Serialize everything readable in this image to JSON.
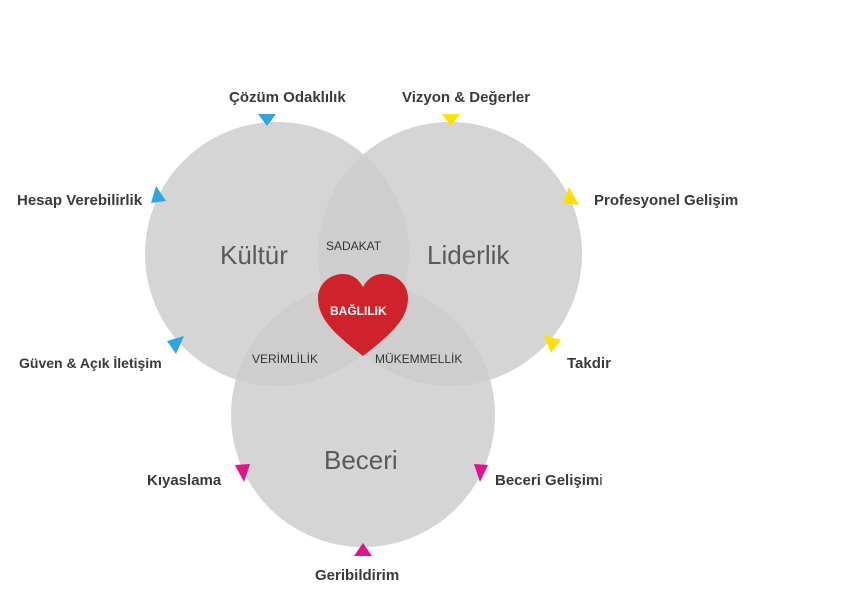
{
  "circles": {
    "kultur": "Kültür",
    "liderlik": "Liderlik",
    "beceri": "Beceri"
  },
  "overlaps": {
    "sadakat": "SADAKAT",
    "verimlilik": "VERİMLİLİK",
    "mukemmellik": "MÜKEMMELLİK",
    "center": "BAĞLILIK"
  },
  "items": {
    "cozum": "Çözüm Odaklılık",
    "hesap": "Hesap Verebilirlik",
    "guven": "Güven & Açık İletişim",
    "vizyon": "Vizyon & Değerler",
    "profesyonel": "Profesyonel Gelişim",
    "takdir": "Takdir",
    "kiyaslama": "Kıyaslama",
    "beceri_gelisimi": "Beceri Gelişim",
    "beceri_gelisimi_tail": "i",
    "geribildirim": "Geribildirim"
  },
  "colors": {
    "circle": "#cccccc",
    "heart": "#d0222b",
    "kultur_marker": "#2ea7e0",
    "liderlik_marker": "#ffe000",
    "beceri_marker": "#e0148a"
  }
}
